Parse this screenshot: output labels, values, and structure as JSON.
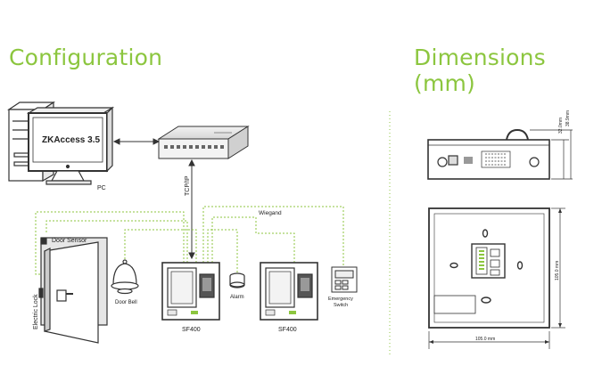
{
  "headings": {
    "configuration": "Configuration",
    "dimensions": "Dimensions (mm)"
  },
  "pc": {
    "software": "ZKAccess 3.5",
    "label": "PC"
  },
  "links": {
    "network": "TCP/IP",
    "wiegand": "Wiegand"
  },
  "devices": {
    "door_sensor": "Door Sensor",
    "electric_lock": "Electric Lock",
    "door_bell": "Door Bell",
    "alarm": "Alarm",
    "reader_1": "SF400",
    "reader_2": "SF400",
    "emergency_switch_line1": "Emergency",
    "emergency_switch_line2": "Switch"
  },
  "dimensions": {
    "height_1": "32.0mm",
    "height_2": "38.9mm",
    "height_total": "105.0 mm",
    "width_total": "105.0 mm"
  },
  "colors": {
    "heading": "#8cc63f",
    "wiring": "#8cc63f",
    "outline": "#333333"
  }
}
